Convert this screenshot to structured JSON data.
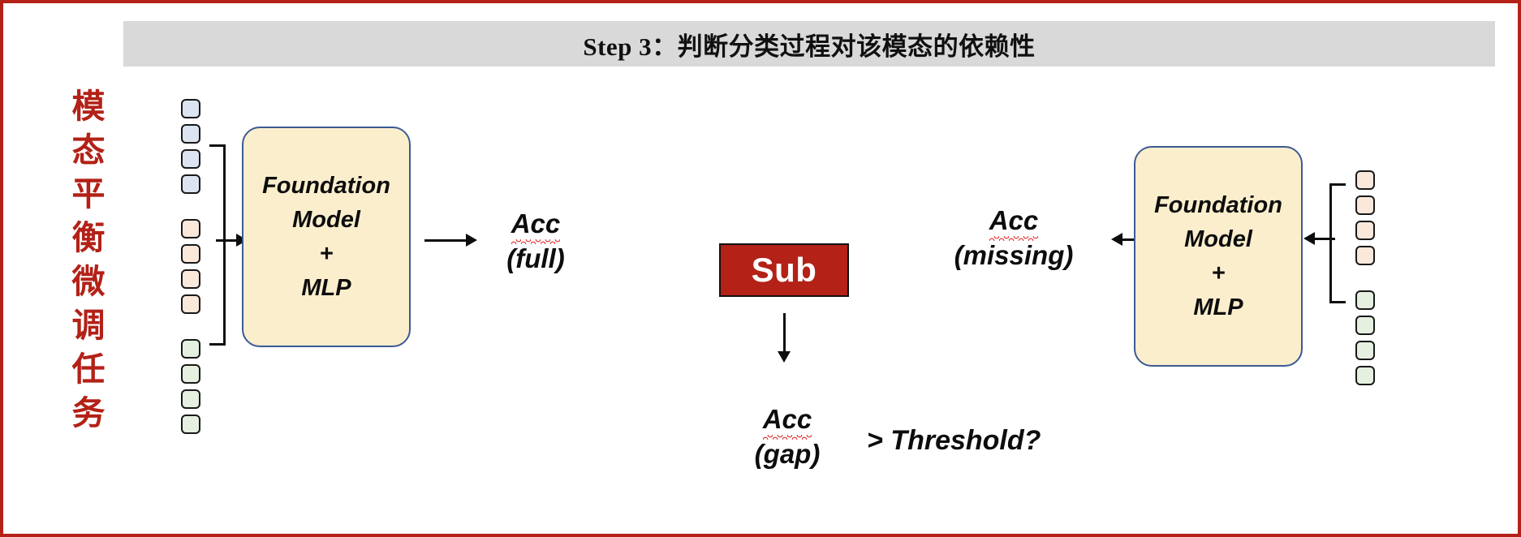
{
  "slide": {
    "border_color": "#b32117",
    "background": "#ffffff"
  },
  "header": {
    "title": "Step 3：判断分类过程对该模态的依赖性",
    "band_color": "#d9d9d9"
  },
  "side_label": {
    "text": "模态平衡微调任务",
    "characters": [
      "模",
      "态",
      "平",
      "衡",
      "微",
      "调",
      "任",
      "务"
    ],
    "color": "#b32117"
  },
  "left_pipeline": {
    "token_groups": [
      {
        "name": "modality-a",
        "color": "#dbe4f0",
        "count": 4,
        "class": "blue"
      },
      {
        "name": "modality-b",
        "color": "#fae8db",
        "count": 4,
        "class": "peach"
      },
      {
        "name": "modality-c",
        "color": "#e5f0e0",
        "count": 4,
        "class": "green"
      }
    ],
    "model_box": {
      "lines": [
        "Foundation",
        "Model",
        "+",
        "MLP"
      ],
      "fill": "#fbeecd",
      "border": "#3c5a93"
    },
    "output": {
      "metric": "Acc",
      "qualifier": "(full)"
    }
  },
  "right_pipeline": {
    "token_groups": [
      {
        "name": "modality-b",
        "color": "#fae8db",
        "count": 4,
        "class": "peach"
      },
      {
        "name": "modality-c",
        "color": "#e5f0e0",
        "count": 4,
        "class": "green"
      }
    ],
    "model_box": {
      "lines": [
        "Foundation",
        "Model",
        "+",
        "MLP"
      ],
      "fill": "#fbeecd",
      "border": "#3c5a93"
    },
    "output": {
      "metric": "Acc",
      "qualifier": "(missing)"
    }
  },
  "operation": {
    "label": "Sub",
    "fill": "#b32117",
    "text_color": "#ffffff"
  },
  "result": {
    "metric": "Acc",
    "qualifier": "(gap)",
    "condition": "> Threshold?"
  }
}
